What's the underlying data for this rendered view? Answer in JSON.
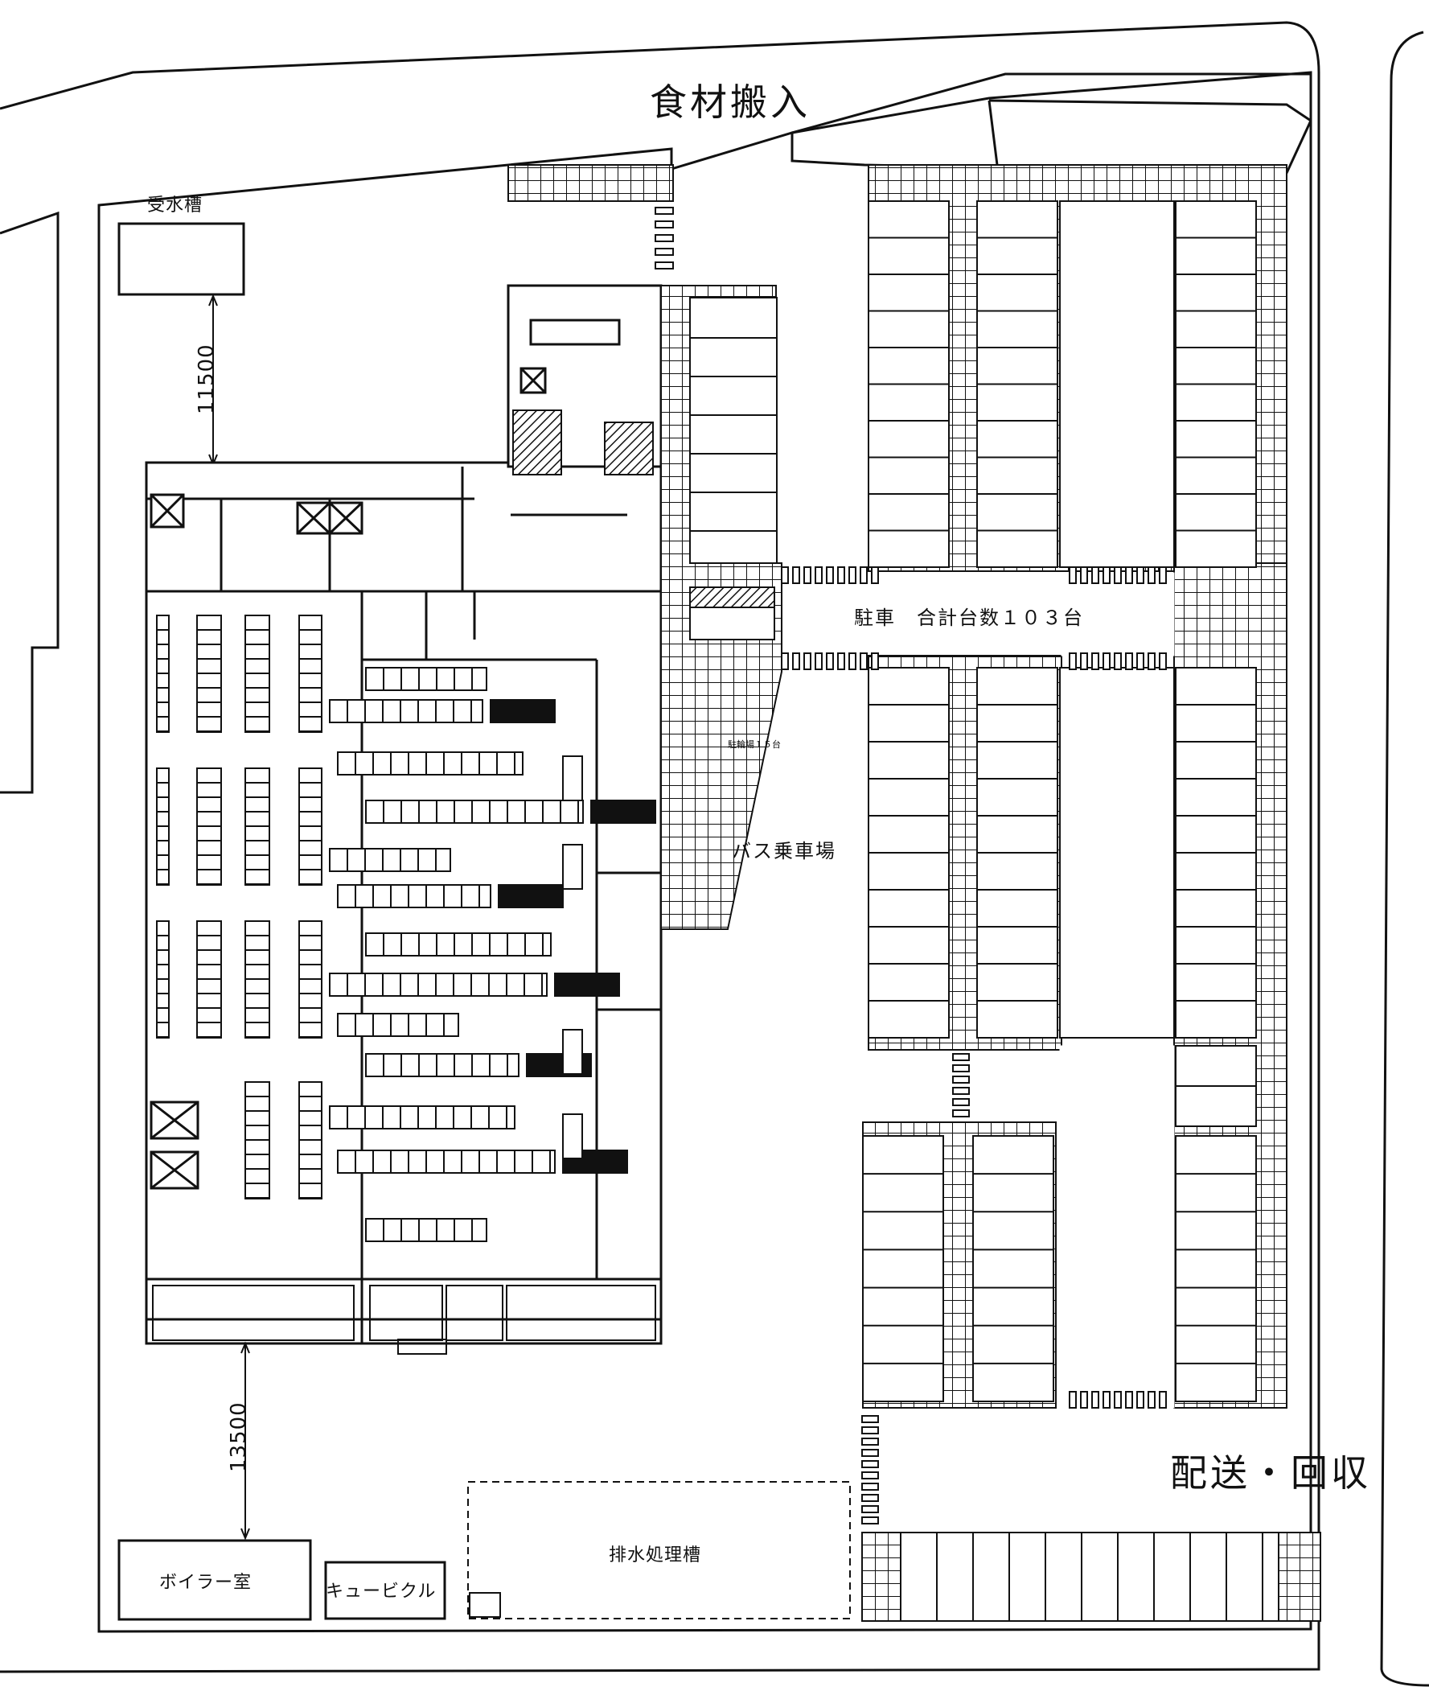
{
  "labels": {
    "food_delivery": "食材搬入",
    "water_tank": "受水槽",
    "parking": "駐車　合計台数１０３台",
    "bicycle": "駐輪場１５台",
    "bus_stop": "バス乗車場",
    "distribution": "配送・回収",
    "boiler_room": "ボイラー室",
    "cubicle": "キュービクル",
    "drainage_tank": "排水処理槽"
  },
  "dimensions": {
    "tank_to_building": "11500",
    "building_to_boiler": "13500"
  }
}
